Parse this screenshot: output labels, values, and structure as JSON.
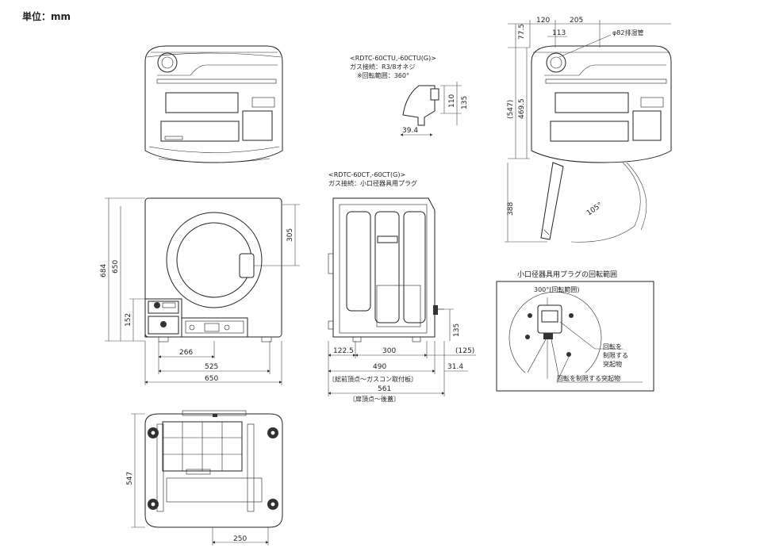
{
  "unit": "単位：mm",
  "front_top": {
    "w120": "120",
    "w205": "205",
    "w113": "113",
    "exhaust": "φ82排湿管",
    "h77": "77.5",
    "h547": "(547)",
    "h469": "469.5",
    "h388": "388",
    "angle": "105°"
  },
  "gas_top": {
    "title": "<RDTC-60CTU,-60CTU(G)>",
    "gas": "ガス接続：R3/8オネジ",
    "rotate": "※回転範囲：360°",
    "d110": "110",
    "d135": "135",
    "d39": "39.4"
  },
  "gas_side": {
    "title": "<RDTC-60CT,-60CT(G)>",
    "gas": "ガス接続：小口径器具用プラグ"
  },
  "front": {
    "h684": "684",
    "h650": "650",
    "h305": "305",
    "h152": "152",
    "w266": "266",
    "w525": "525",
    "w650": "650"
  },
  "side": {
    "h135": "135",
    "w122": "122.5",
    "w300": "300",
    "w125": "(125)",
    "w490": "490",
    "w31": "31.4",
    "note1": "〔総前頂点～ガスコン取付板〕",
    "w561": "561",
    "note2": "〔扉頂点～後蓋〕"
  },
  "plug": {
    "title": "小口径器具用プラグの回転範囲",
    "range": "300°(回転範囲)",
    "lim1a": "回転を",
    "lim1b": "制限する",
    "lim1c": "突起物",
    "lim2": "回転を制限する突起物"
  },
  "bottom": {
    "h547": "547",
    "w250": "250"
  }
}
